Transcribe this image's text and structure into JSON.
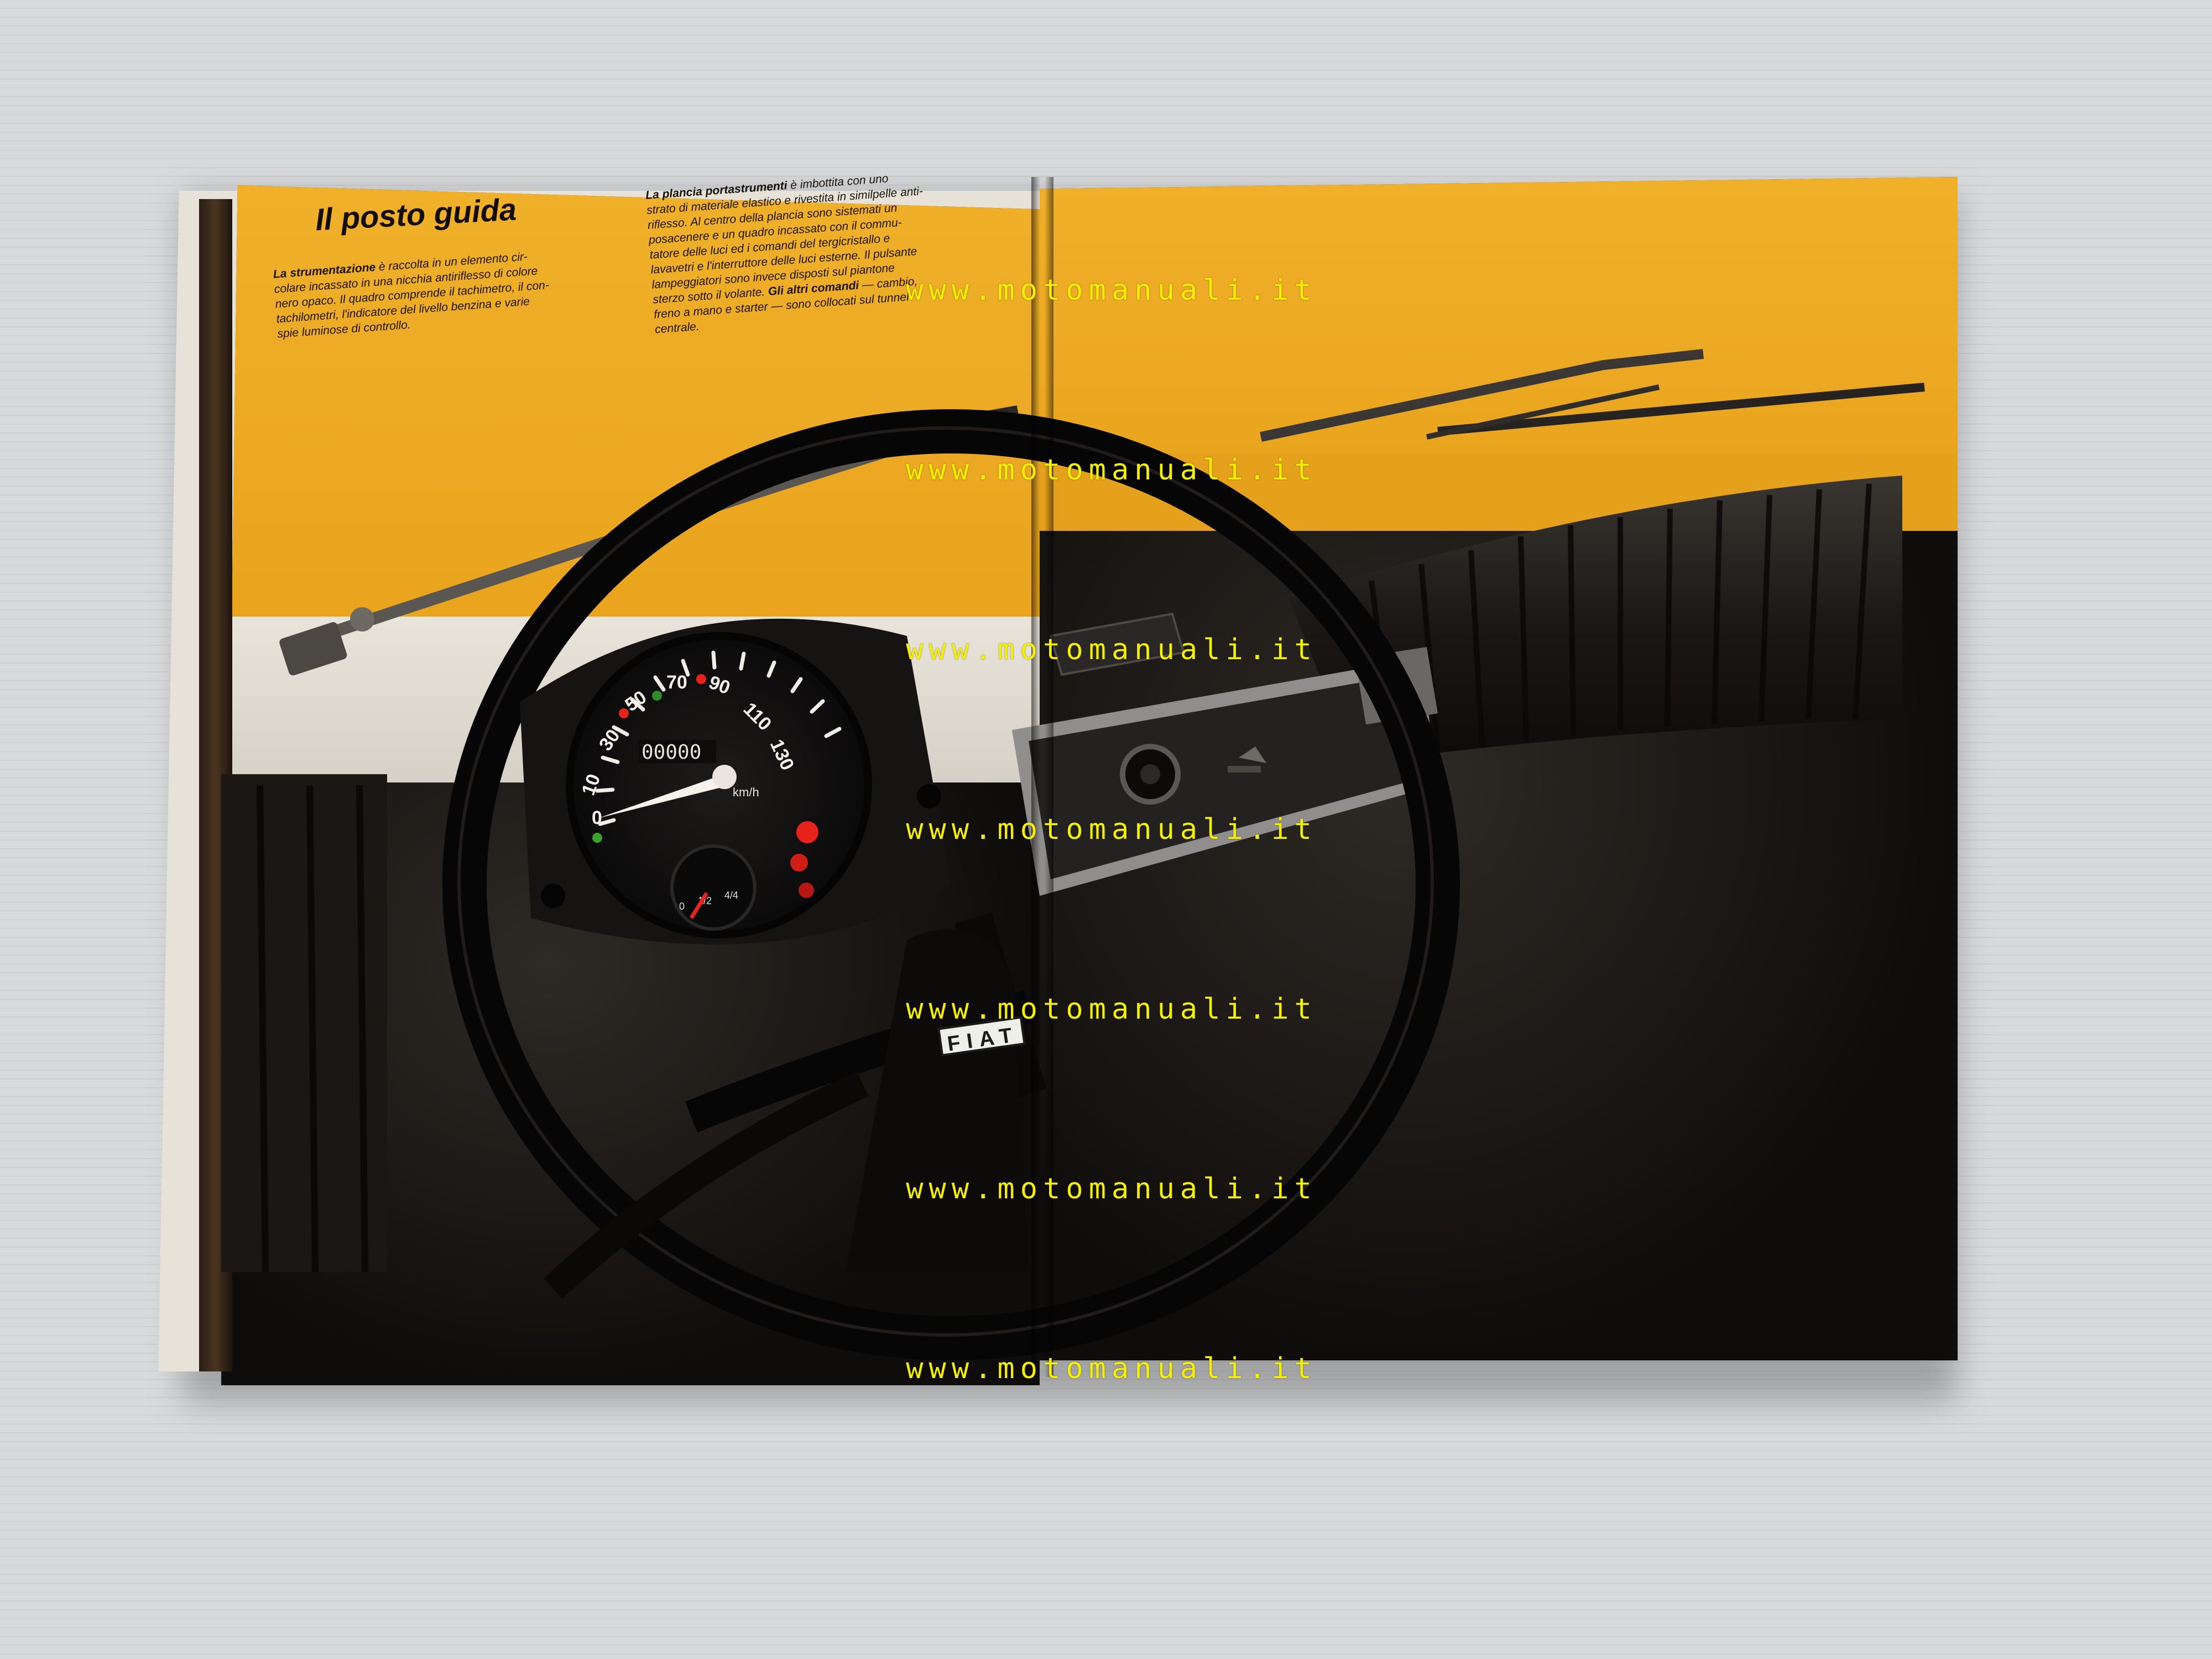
{
  "page": {
    "title": "Il posto guida",
    "para1": {
      "lead": "La strumentazione",
      "lines": [
        "è raccolta in un elemento cir-",
        "colare incassato in una nicchia antiriflesso di colore",
        "nero opaco. Il quadro comprende il tachimetro, il con-",
        "tachilometri, l'indicatore del livello benzina e varie",
        "spie luminose di controllo."
      ]
    },
    "para2": {
      "lead": "La plancia portastrumenti",
      "lines_a": [
        "è imbottita con uno",
        "strato di materiale elastico e rivestita in similpelle anti-",
        "riflesso. Al centro della plancia sono sistemati un",
        "posacenere e un quadro incassato con il commu-",
        "tatore delle luci ed i comandi del tergicristallo e",
        "lavavetri e l'interruttore delle luci esterne. Il pulsante",
        "lampeggiatori sono invece disposti sul piantone",
        "sterzo sotto il volante."
      ],
      "lead2": "Gli altri comandi",
      "lines_b": [
        "— cambio,",
        "freno a mano e starter — sono collocati sul tunnel",
        "centrale."
      ]
    },
    "gauge": {
      "ticks": [
        "0",
        "10",
        "30",
        "50",
        "70",
        "90",
        "110",
        "130"
      ],
      "odometer": "00000",
      "unit": "km/h",
      "fuel_ticks": [
        "0",
        "1/2",
        "4/4"
      ]
    },
    "logo_text": "FIAT",
    "watermark": "www.motomanuali.it",
    "colors": {
      "page_yellow": "#ee a820",
      "watermark": "#f5f000",
      "dash": "#151210"
    }
  }
}
